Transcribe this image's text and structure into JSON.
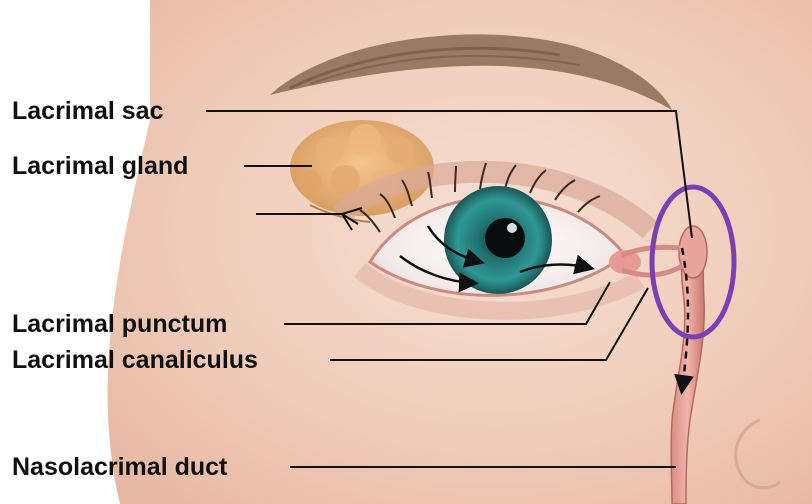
{
  "diagram": {
    "labels": {
      "lacrimal_sac": "Lacrimal sac",
      "lacrimal_gland": "Lacrimal gland",
      "lacrimal_punctum": "Lacrimal punctum",
      "lacrimal_canaliculus": "Lacrimal canaliculus",
      "nasolacrimal_duct": "Nasolacrimal duct"
    },
    "highlight_color": "#7b3fb3",
    "leader_color": "#111111",
    "skin_color": "#f3d6c6",
    "iris_color": "#2f8f8c"
  }
}
